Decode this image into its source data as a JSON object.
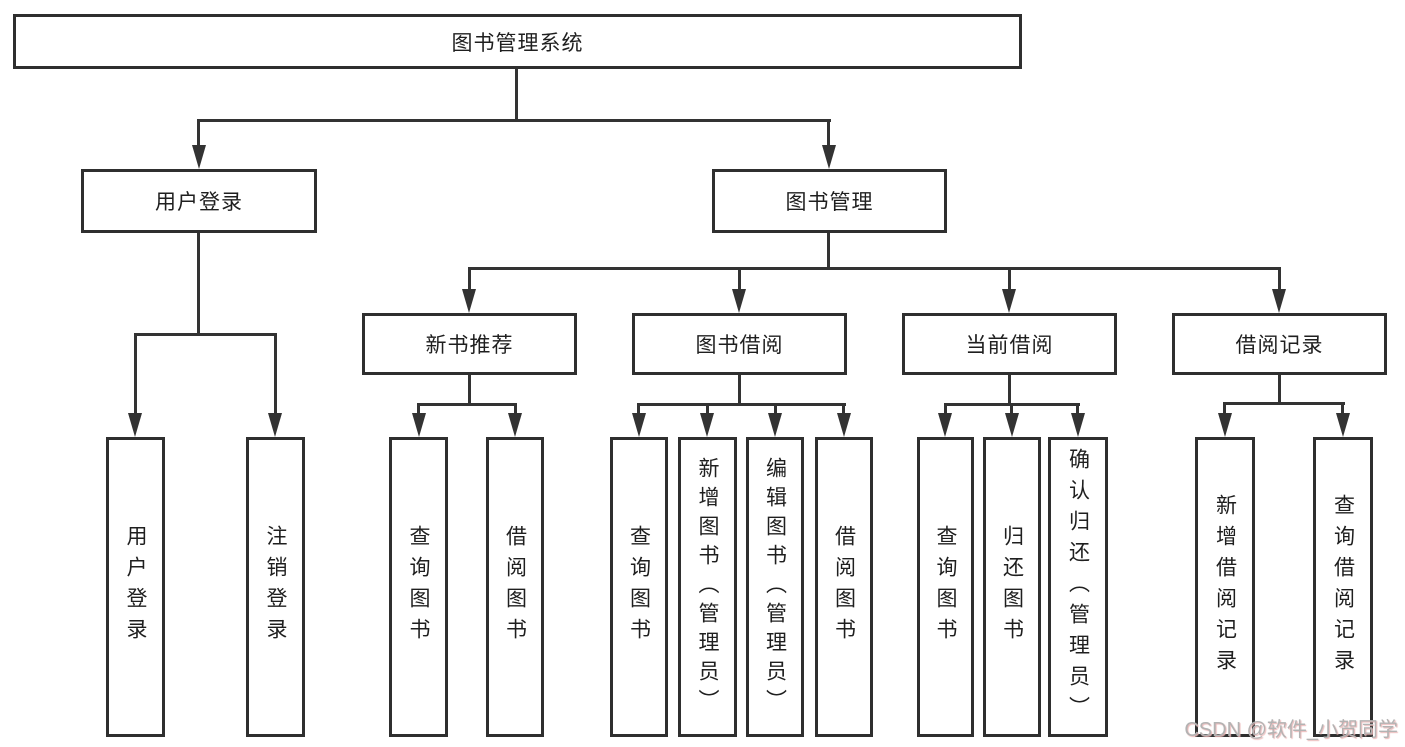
{
  "colors": {
    "line": "#333333",
    "box_border": "#2f2f2f",
    "text": "#1f1f1f",
    "background": "#ffffff",
    "watermark": "#b3b3b3",
    "watermark_shadow": "#eab7b7"
  },
  "tree": {
    "root": {
      "label": "图书管理系统"
    },
    "branches": [
      {
        "label": "用户登录",
        "children": [
          {
            "label": "用户登录"
          },
          {
            "label": "注销登录"
          }
        ]
      },
      {
        "label": "图书管理",
        "children": [
          {
            "label": "新书推荐",
            "children": [
              {
                "label": "查询图书"
              },
              {
                "label": "借阅图书"
              }
            ]
          },
          {
            "label": "图书借阅",
            "children": [
              {
                "label": "查询图书"
              },
              {
                "label": "新增图书（管理员）"
              },
              {
                "label": "编辑图书（管理员）"
              },
              {
                "label": "借阅图书"
              }
            ]
          },
          {
            "label": "当前借阅",
            "children": [
              {
                "label": "查询图书"
              },
              {
                "label": "归还图书"
              },
              {
                "label": "确认归还（管理员）"
              }
            ]
          },
          {
            "label": "借阅记录",
            "children": [
              {
                "label": "新增借阅记录"
              },
              {
                "label": "查询借阅记录"
              }
            ]
          }
        ]
      }
    ]
  },
  "watermark": {
    "text": "CSDN @软件_小贺同学"
  }
}
